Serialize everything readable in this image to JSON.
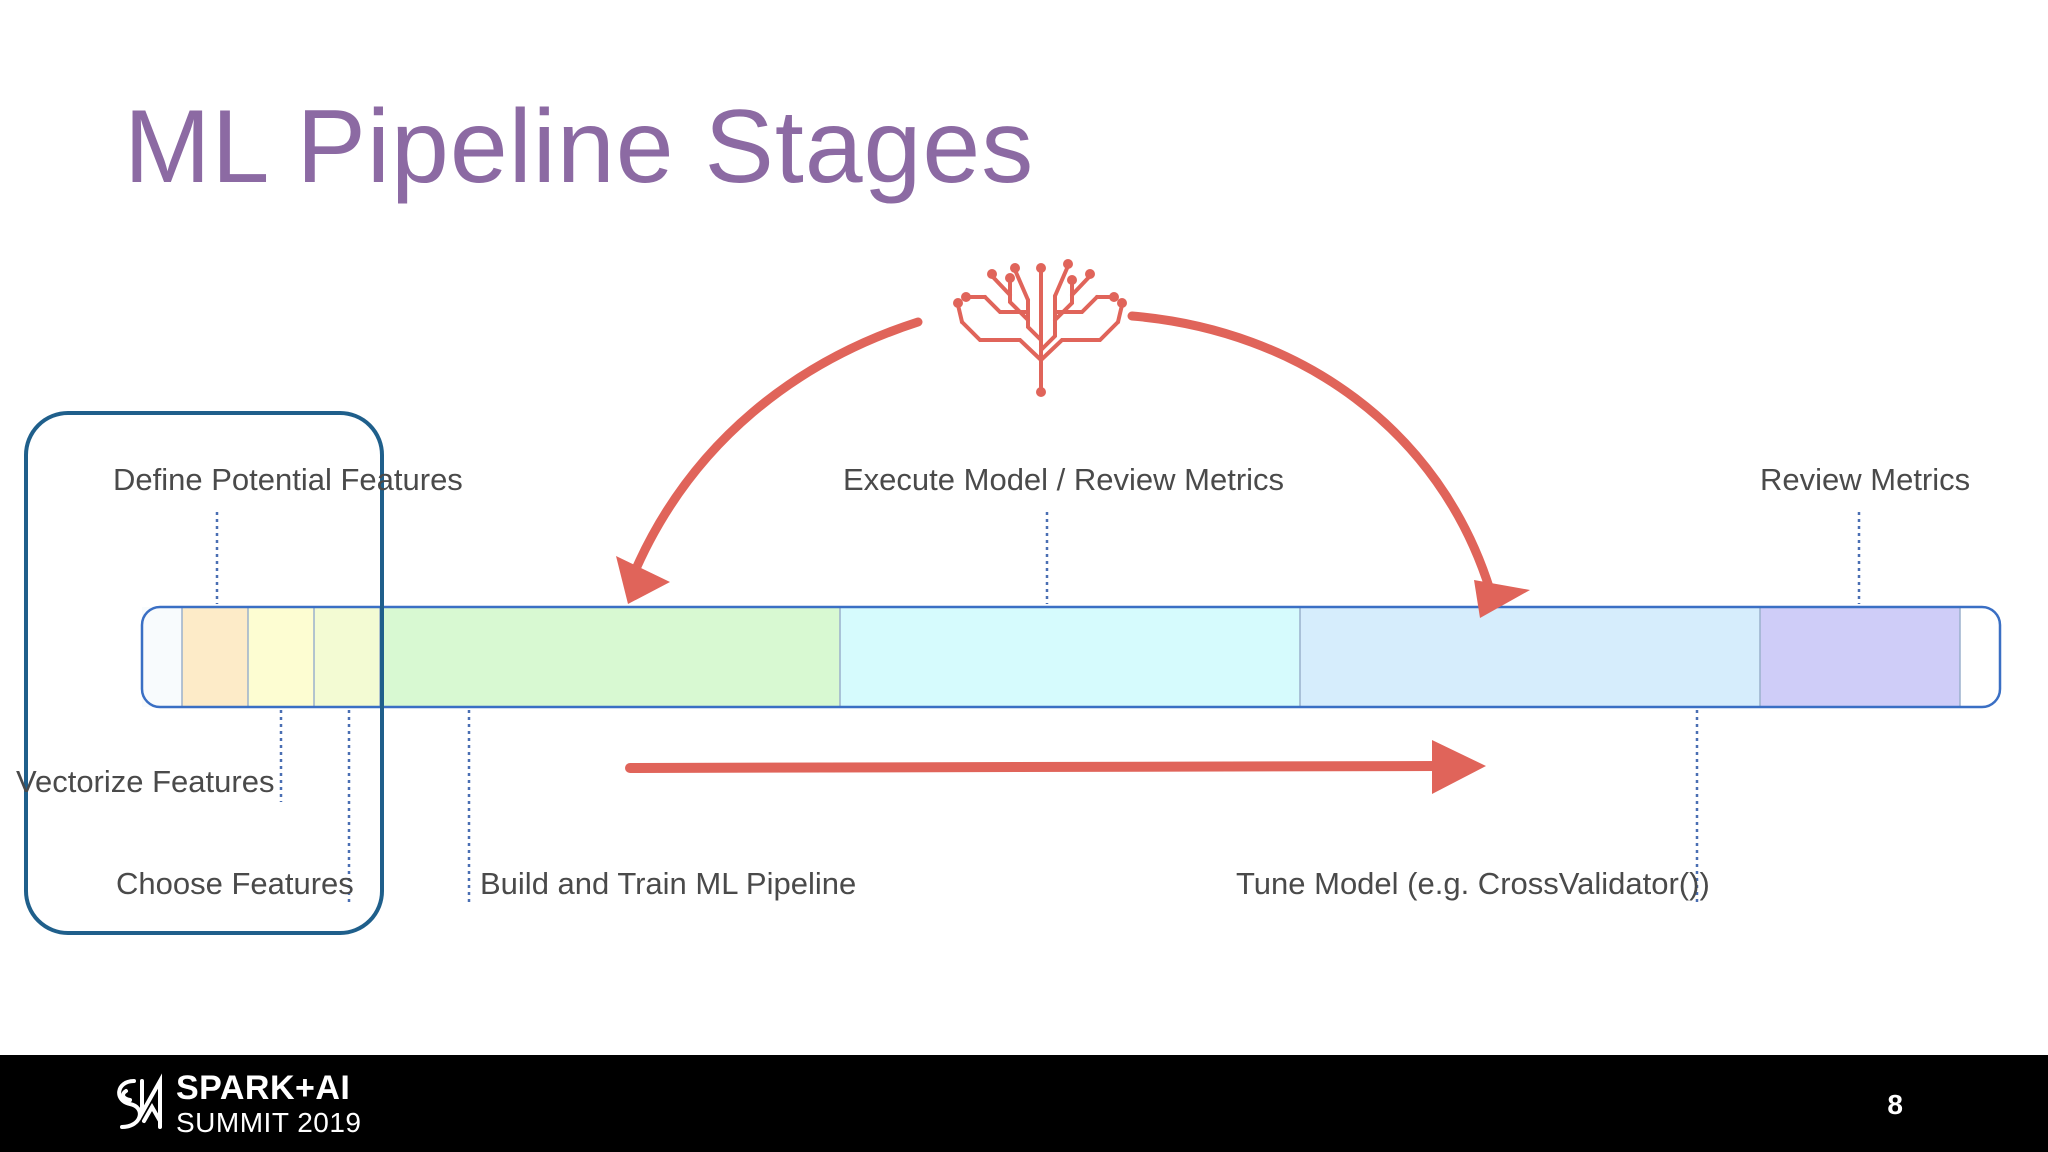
{
  "slide": {
    "title": "ML Pipeline Stages",
    "page_number": "8"
  },
  "diagram": {
    "labels": {
      "define_potential_features": "Define Potential Features",
      "execute_model_review_metrics": "Execute Model / Review Metrics",
      "review_metrics": "Review Metrics",
      "vectorize_features": "Vectorize Features",
      "choose_features": "Choose Features",
      "build_and_train": "Build and Train ML Pipeline",
      "tune_model": "Tune Model (e.g. CrossValidator())"
    },
    "segments": [
      {
        "name": "start",
        "color": "#f8fbfd"
      },
      {
        "name": "define-potential-features",
        "color": "#fdebc8"
      },
      {
        "name": "vectorize-features",
        "color": "#fdfdd2"
      },
      {
        "name": "choose-features",
        "color": "#f3fbd3"
      },
      {
        "name": "build-and-train",
        "color": "#d8f9d2"
      },
      {
        "name": "execute-model",
        "color": "#d6fbfd"
      },
      {
        "name": "tune-model",
        "color": "#d6edfc"
      },
      {
        "name": "review-metrics",
        "color": "#cfcdf8"
      },
      {
        "name": "end",
        "color": "#ffffff"
      }
    ],
    "colors": {
      "bar_border": "#3a6fc4",
      "arrow": "#e0645a",
      "highlight_box": "#1f5f8b",
      "title": "#8c6aa3",
      "connector": "#4a6fb3"
    },
    "icons": [
      "brain-circuit-icon",
      "curved-arrow-left",
      "curved-arrow-right",
      "straight-arrow-right"
    ]
  },
  "footer": {
    "logo_line1": "SPARK+AI",
    "logo_line2": "SUMMIT 2019"
  }
}
